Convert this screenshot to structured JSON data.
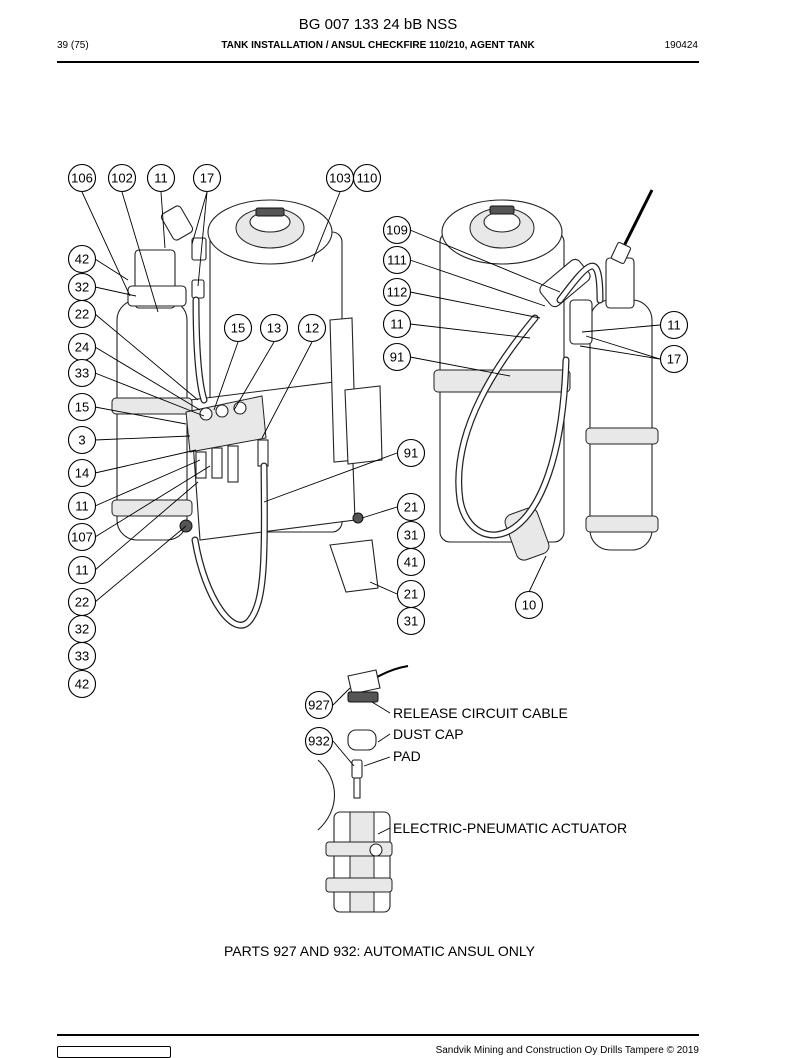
{
  "header": {
    "doc_id": "BG 007 133 24 bB NSS",
    "page": "39 (75)",
    "title": "TANK INSTALLATION / ANSUL CHECKFIRE 110/210, AGENT TANK",
    "date": "190424"
  },
  "callouts_left_top": [
    "106",
    "102",
    "11",
    "17",
    "103",
    "110"
  ],
  "callouts_left_column": [
    "42",
    "32",
    "22",
    "24",
    "33",
    "15",
    "3",
    "14",
    "11",
    "107",
    "11",
    "22",
    "32",
    "33",
    "42"
  ],
  "callouts_center": [
    "15",
    "13",
    "12",
    "91",
    "21",
    "31",
    "41",
    "21",
    "31"
  ],
  "callouts_right_view": [
    "109",
    "111",
    "112",
    "11",
    "91",
    "11",
    "17",
    "10"
  ],
  "detail": {
    "callouts": [
      "927",
      "932"
    ],
    "labels": {
      "release_cable": "RELEASE CIRCUIT CABLE",
      "dust_cap": "DUST CAP",
      "pad": "PAD",
      "actuator": "ELECTRIC-PNEUMATIC ACTUATOR"
    }
  },
  "note": "PARTS 927 AND 932: AUTOMATIC ANSUL ONLY",
  "footer": {
    "copyright": "Sandvik Mining and Construction Oy Drills Tampere © 2019"
  }
}
